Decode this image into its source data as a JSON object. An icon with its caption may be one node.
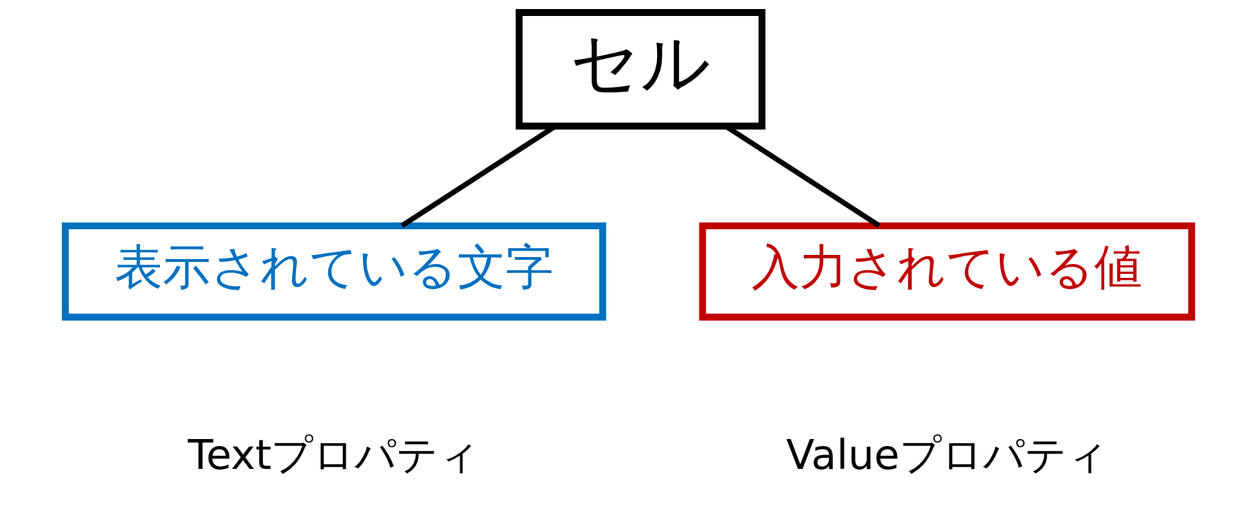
{
  "diagram": {
    "nodes": [
      {
        "text": [
          "セル"
        ]
      },
      {
        "text": [
          "表示されている文字"
        ],
        "beside": [
          "Textプロパティ"
        ]
      },
      {
        "text": [
          "入力されている値"
        ],
        "beside": [
          "Valueプロパティ"
        ]
      }
    ],
    "edges": [
      {
        "from": 0,
        "to": 1,
        "arrow": "none"
      },
      {
        "from": 0,
        "to": 2,
        "arrow": "none"
      }
    ]
  }
}
